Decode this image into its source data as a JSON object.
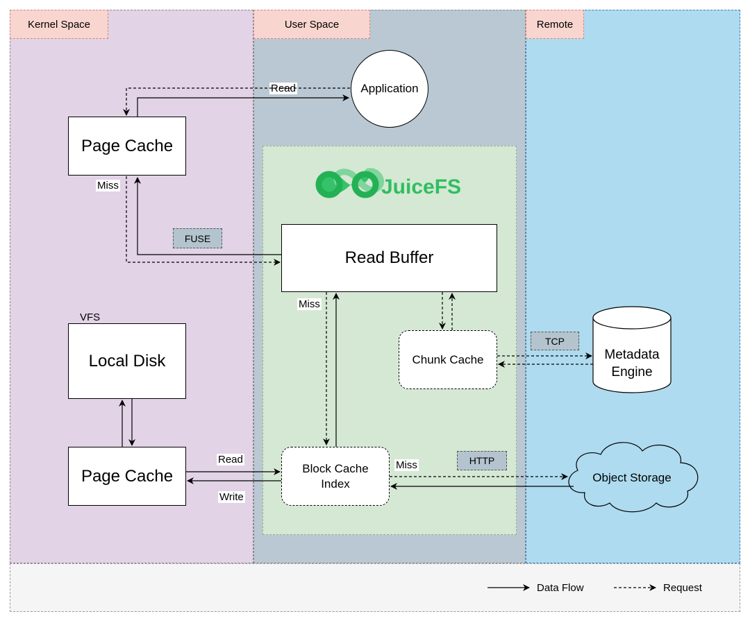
{
  "zones": {
    "kernel": "Kernel Space",
    "user": "User Space",
    "remote": "Remote"
  },
  "nodes": {
    "application": "Application",
    "page_cache_top": "Page Cache",
    "page_cache_bottom": "Page Cache",
    "local_disk": "Local Disk",
    "read_buffer": "Read Buffer",
    "chunk_cache": "Chunk Cache",
    "block_cache_index": "Block Cache Index",
    "metadata_engine": "Metadata Engine",
    "object_storage": "Object Storage"
  },
  "logo": {
    "text": "JuiceFS",
    "color": "#2fbf5f"
  },
  "labels": {
    "read_top": "Read",
    "miss_page_cache": "Miss",
    "fuse": "FUSE",
    "vfs": "VFS",
    "miss_read_buffer": "Miss",
    "tcp": "TCP",
    "read_bottom": "Read",
    "write_bottom": "Write",
    "miss_block": "Miss",
    "http": "HTTP"
  },
  "legend": {
    "data_flow": "Data Flow",
    "request": "Request"
  }
}
